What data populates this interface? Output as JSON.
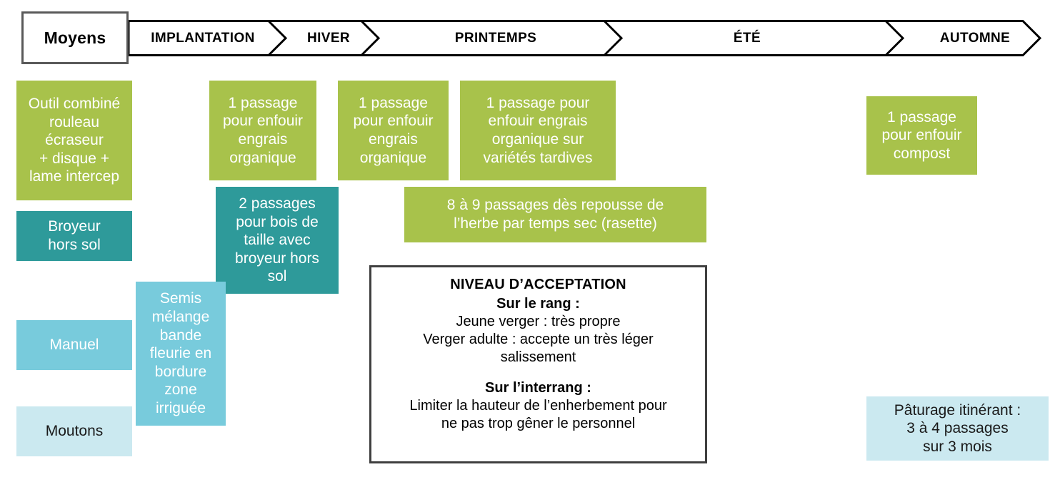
{
  "diagram": {
    "title_box": {
      "label": "Moyens"
    },
    "timeline": {
      "stages": [
        {
          "label": "IMPLANTATION"
        },
        {
          "label": "HIVER"
        },
        {
          "label": "PRINTEMPS"
        },
        {
          "label": "ÉTÉ"
        },
        {
          "label": "AUTOMNE"
        }
      ]
    },
    "colors": {
      "green": "#A8C24B",
      "teal": "#2E9A9A",
      "blue": "#78CBDC",
      "pale_blue": "#CBE9F0",
      "border": "#595959",
      "text_light": "#FFFFFF",
      "text_dark": "#000000"
    },
    "means": [
      {
        "label": "Outil combiné\nrouleau\nécraseur\n+ disque +\nlame intercep",
        "color": "green"
      },
      {
        "label": "Broyeur\nhors sol",
        "color": "teal"
      },
      {
        "label": "Manuel",
        "color": "blue"
      },
      {
        "label": "Moutons",
        "color": "pale_blue"
      }
    ],
    "tasks": [
      {
        "label": "1 passage\npour enfouir\nengrais\norganique",
        "color": "green",
        "season": "HIVER"
      },
      {
        "label": "1 passage\npour enfouir\nengrais\norganique",
        "color": "green",
        "season": "PRINTEMPS"
      },
      {
        "label": "1 passage pour\nenfouir engrais\norganique sur\nvariétés tardives",
        "color": "green",
        "season": "PRINTEMPS"
      },
      {
        "label": "1 passage\npour enfouir\ncompost",
        "color": "green",
        "season": "AUTOMNE"
      },
      {
        "label": "2 passages\npour bois de\ntaille avec\nbroyeur hors\nsol",
        "color": "teal",
        "season": "HIVER"
      },
      {
        "label": "8 à 9 passages dès repousse de\nl’herbe par temps sec (rasette)",
        "color": "green",
        "season": "PRINTEMPS-ÉTÉ"
      },
      {
        "label": "Semis\nmélange\nbande\nfleurie en\nbordure\nzone\nirriguée",
        "color": "blue",
        "season": "IMPLANTATION"
      },
      {
        "label": "Pâturage itinérant :\n3 à 4 passages\nsur 3 mois",
        "color": "pale_blue",
        "season": "AUTOMNE"
      }
    ],
    "acceptance_box": {
      "title": "NIVEAU D’ACCEPTATION",
      "section1_title": "Sur le rang :",
      "section1_line1": "Jeune verger : très propre",
      "section1_line2": "Verger adulte : accepte  un très léger",
      "section1_line3": "salissement",
      "section2_title": "Sur l’interrang :",
      "section2_line1": "Limiter la hauteur de l’enherbement pour",
      "section2_line2": "ne pas trop gêner le personnel"
    }
  }
}
